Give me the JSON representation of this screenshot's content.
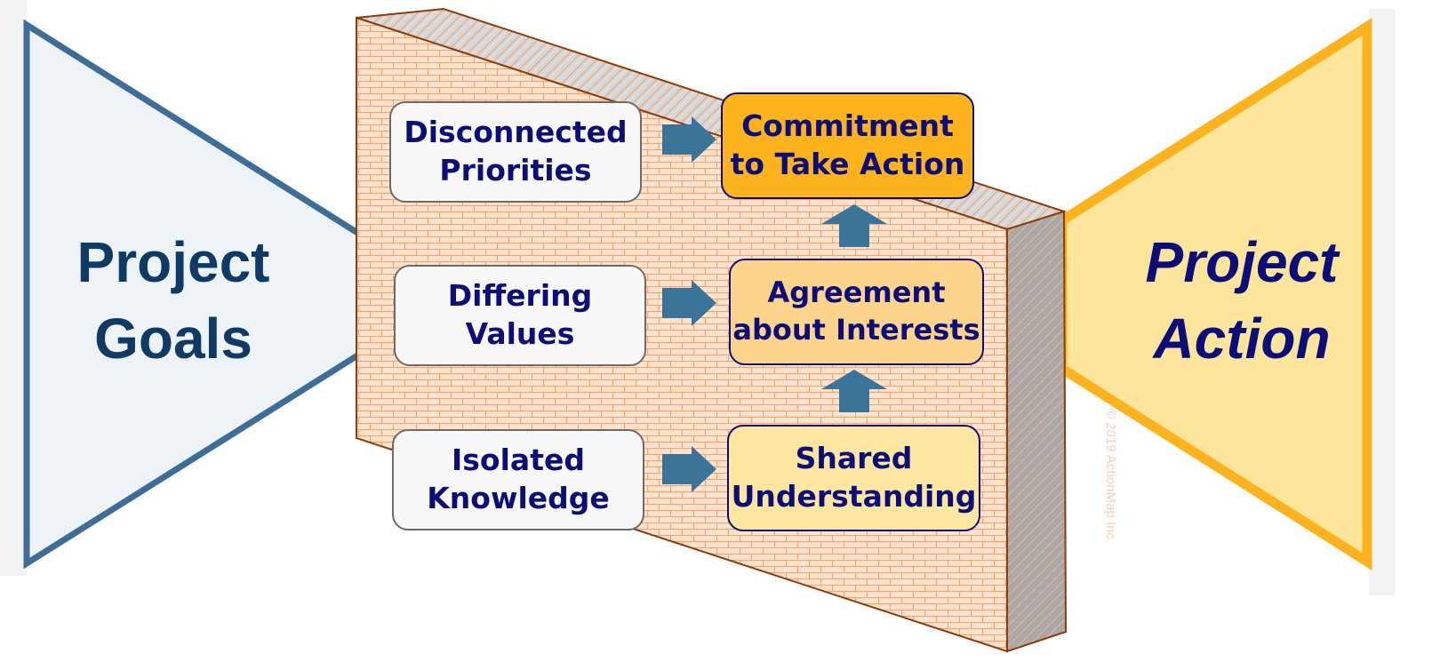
{
  "left_label": {
    "lines": [
      "Project",
      "Goals"
    ]
  },
  "right_label": {
    "lines": [
      "Project",
      "Action"
    ]
  },
  "obstacles": [
    {
      "lines": [
        "Disconnected",
        "Priorities"
      ]
    },
    {
      "lines": [
        "Differing",
        "Values"
      ]
    },
    {
      "lines": [
        "Isolated",
        "Knowledge"
      ]
    }
  ],
  "outcomes": [
    {
      "lines": [
        "Commitment",
        "to Take Action"
      ]
    },
    {
      "lines": [
        "Agreement",
        "about Interests"
      ]
    },
    {
      "lines": [
        "Shared",
        "Understanding"
      ]
    }
  ],
  "copyright": "© 2019 ActionMap Inc.",
  "colors": {
    "goals_fill": "#eef3f8",
    "goals_stroke": "#3e6d98",
    "goals_text": "#0f3a66",
    "action_fill": "#fde69b",
    "action_stroke": "#fdb31d",
    "action_text": "#0d0d7a",
    "brick_fill": "#fde4d0",
    "brick_mortar": "#f5a56b",
    "wall_outline": "#8b3c0a",
    "arrow": "#3a7599",
    "box_text": "#0d0d7a",
    "obstacle_fill": "#f8f8f8",
    "commit_fill": "#fdb31d",
    "agree_fill": "#fdd48c",
    "shared_fill": "#fde7a0"
  },
  "icons": [
    "right-arrow-icon",
    "up-arrow-icon"
  ]
}
